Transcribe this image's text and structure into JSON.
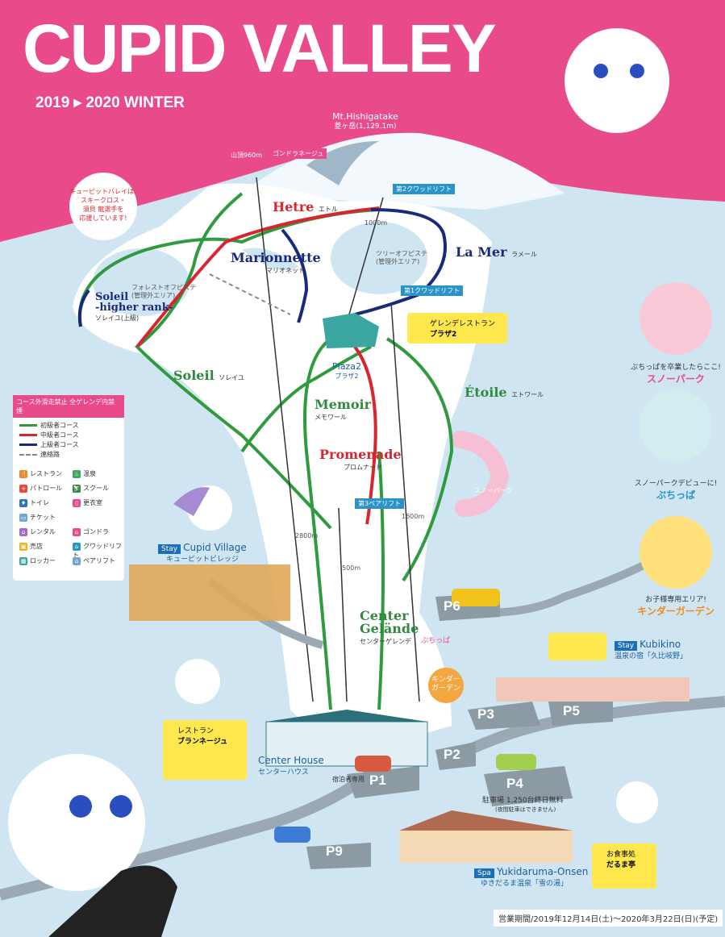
{
  "title": "CUPID VALLEY",
  "season": "2019 ▸ 2020 WINTER",
  "mountain": {
    "name": "Mt.Hishigatake",
    "name_jp": "菱ヶ岳(1,129.1m)"
  },
  "summit": {
    "elevation": "山頂960m",
    "flag": "ゴンドラネージュ"
  },
  "lift_flags": {
    "quad2": "第2クワッドリフト",
    "quad1": "第1クワッドリフト",
    "pair3": "第3ペアリフト"
  },
  "lift_lengths": {
    "a": "1000m",
    "b": "2800m",
    "c": "500m",
    "d": "1600m"
  },
  "courses": {
    "hetre": {
      "name": "Hetre",
      "jp": "エトル"
    },
    "marionnette": {
      "name": "Marionnette",
      "jp": "マリオネット"
    },
    "lamer": {
      "name": "La Mer",
      "jp": "ラメール"
    },
    "soleil_hr": {
      "name1": "Soleil",
      "name2": "-higher rank-",
      "jp": "ソレイユ(上級)"
    },
    "soleil": {
      "name": "Soleil",
      "jp": "ソレイユ"
    },
    "memoir": {
      "name": "Memoir",
      "jp": "メモワール"
    },
    "etoile": {
      "name": "Étoile",
      "jp": "エトワール"
    },
    "promenade": {
      "name": "Promenade",
      "jp": "プロムナード"
    },
    "center": {
      "name1": "Center",
      "name2": "Gelände",
      "jp": "センターゲレンデ"
    }
  },
  "areas": {
    "forest": "フォレストオフピステ\n(管理外エリア)",
    "tree": "ツリーオフピステ\n(管理外エリア)",
    "snowpark": "スノーパーク",
    "puchippa": "ぷちっぱ",
    "kinder": "キンダー\nガーデン"
  },
  "plaza2": {
    "name": "Plaza2",
    "jp": "プラザ2"
  },
  "restaurant_box": {
    "line1": "ゲレンデレストラン",
    "line2": "プラザ2"
  },
  "bubble_text": "キューピットバレイは、\nスキークロス・\n須貝 龍選手を\n応援しています!",
  "legend": {
    "header": "コース外滑走禁止 全ゲレンデ内禁煙",
    "courses": [
      "初級者コース",
      "中級者コース",
      "上級者コース",
      "連絡路"
    ],
    "left": [
      "レストラン",
      "パトロール",
      "トイレ",
      "チケット",
      "レンタル",
      "売店",
      "ロッカー"
    ],
    "right": [
      "温泉",
      "スクール",
      "更衣室",
      "ゴンドラ",
      "クワッドリフト",
      "ペアリフト"
    ]
  },
  "stays": {
    "cupid": {
      "tag": "Stay",
      "name": "Cupid Village",
      "jp": "キューピットビレッジ"
    },
    "kubikino": {
      "tag": "Stay",
      "name": "Kubikino",
      "jp": "温泉の宿「久比岐野」"
    },
    "onsen": {
      "tag": "Spa",
      "name": "Yukidaruma-Onsen",
      "jp": "ゆきだるま温泉「雪の湯」"
    }
  },
  "center_house": {
    "name": "Center House",
    "jp": "センターハウス",
    "box1": "レストラン",
    "box2": "ブランネージュ"
  },
  "onsen_box": {
    "line1": "お食事処",
    "line2": "だるま亭"
  },
  "parking": {
    "p1": "P1",
    "p2": "P2",
    "p3": "P3",
    "p4": "P4",
    "p5": "P5",
    "p6": "P6",
    "p9": "P9",
    "p1_note": "宿泊者専用",
    "p4_note": "駐車場 1,250台終日無料",
    "p4_sub": "(夜間駐車はできません)"
  },
  "side_panels": [
    {
      "text": "ぷちっぱを卒業したらここ!",
      "title": "スノーパーク"
    },
    {
      "text": "スノーパークデビューに!",
      "title": "ぷちっぱ"
    },
    {
      "text": "お子様専用エリア!",
      "title": "キンダーガーデン"
    }
  ],
  "period": "営業期間/2019年12月14日(土)〜2020年3月22日(日)(予定)",
  "colors": {
    "pink": "#e94b8a",
    "snow": "#ffffff",
    "sky": "#cfe6f2",
    "green": "#2f9a3e",
    "red": "#d7262f",
    "blue": "#1a2a7a",
    "yellow": "#ffe84d"
  }
}
